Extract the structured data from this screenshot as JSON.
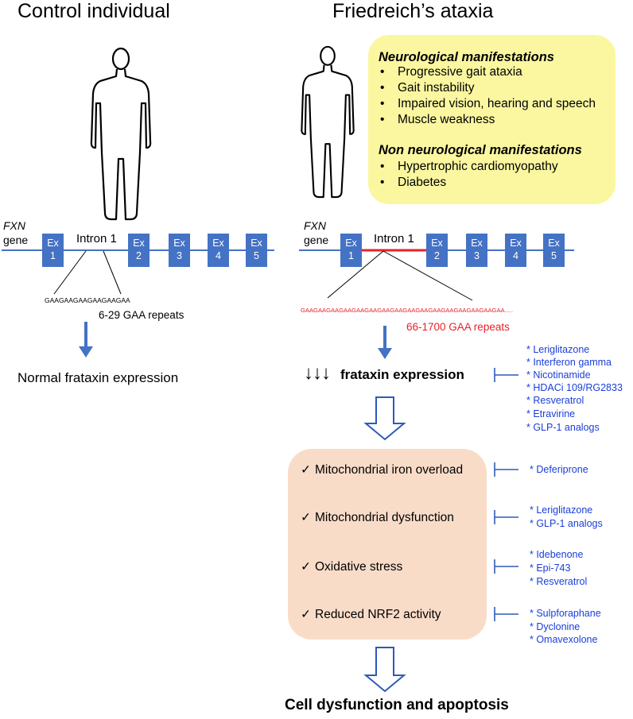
{
  "titles": {
    "control": "Control individual",
    "disease": "Friedreich’s ataxia"
  },
  "manifestations": {
    "neuro_heading": "Neurological manifestations",
    "neuro_items": [
      "Progressive gait ataxia",
      "Gait instability",
      "Impaired vision, hearing and speech",
      "Muscle weakness"
    ],
    "non_neuro_heading": "Non neurological manifestations",
    "non_neuro_items": [
      "Hypertrophic cardiomyopathy",
      "Diabetes"
    ],
    "bullet": "•"
  },
  "gene": {
    "name": "FXN",
    "word": "gene",
    "intron": "Intron 1",
    "exon_prefix": "Ex",
    "exons": [
      "1",
      "2",
      "3",
      "4",
      "5"
    ]
  },
  "control": {
    "sequence": "GAAGAAGAAGAAGAAGAA",
    "repeats": "6-29 GAA repeats",
    "result": "Normal frataxin expression"
  },
  "disease": {
    "sequence": "GAAGAAGAAGAAGAAGAAGAAGAAGAAGAAGAAGAAGAAGAAGAAGAA.....",
    "repeats": "66-1700 GAA repeats",
    "arrows": "↓↓↓",
    "expression": "frataxin expression",
    "final": "Cell dysfunction and apoptosis"
  },
  "expression_drugs": [
    "* Leriglitazone",
    "* Interferon gamma",
    "* Nicotinamide",
    "* HDACi 109/RG2833",
    "* Resveratrol",
    "* Etravirine",
    "* GLP-1 analogs"
  ],
  "mechanisms": [
    {
      "label": "Mitochondrial iron overload",
      "drugs": [
        "* Deferiprone"
      ]
    },
    {
      "label": "Mitochondrial dysfunction",
      "drugs": [
        "* Leriglitazone",
        "* GLP-1 analogs"
      ]
    },
    {
      "label": "Oxidative stress",
      "drugs": [
        "* Idebenone",
        "* Epi-743",
        "* Resveratrol"
      ]
    },
    {
      "label": "Reduced NRF2 activity",
      "drugs": [
        "* Sulpforaphane",
        "* Dyclonine",
        "* Omavexolone"
      ]
    }
  ],
  "check_mark": "✓",
  "colors": {
    "gene_line": "#4472c4",
    "expansion": "#e8222a",
    "drug_text": "#1a3ed8",
    "manifest_box": "#fbf7a0",
    "mechanism_box": "#f9dcc8"
  }
}
